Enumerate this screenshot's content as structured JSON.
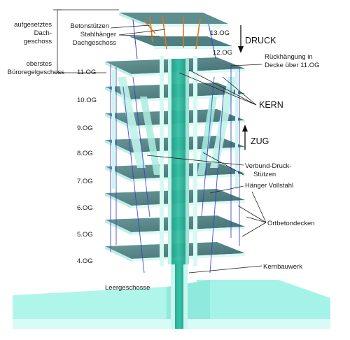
{
  "left_labels": {
    "roof_block": [
      "aufgesetztes",
      "Dach-",
      "geschoss"
    ],
    "top_office": [
      "oberstes",
      "Büroregelgeschoss"
    ],
    "empty_floor": "Leergeschosse"
  },
  "top_labels": {
    "concrete_props": "Betonstützen",
    "steel_hangers": [
      "Stahlhänger",
      "Dachgeschoss"
    ]
  },
  "floors": [
    "13.OG",
    "12.OG",
    "11.OG",
    "10.OG",
    "9.OG",
    "8.OG",
    "7.OG",
    "6.OG",
    "5.OG",
    "4.OG"
  ],
  "right_labels": {
    "compression": "DRUCK",
    "tension": "ZUG",
    "tieback": [
      "Rückhängung in",
      "Decke über 11.OG"
    ],
    "core": "KERN",
    "composite_columns": [
      "Verbund-Druck-",
      "Stützen"
    ],
    "solid_steel_hangers": "Hänger Vollstahl",
    "cast_slabs": "Ortbetondecken",
    "core_structure": "Kernbauwerk"
  },
  "colors": {
    "slab_top": "#4f7f80",
    "slab_edge": "#c9f3ef",
    "core": "#2fb39a",
    "ground": "#9ef2e6",
    "hanger_blue": "#3a3fd0",
    "hanger_orange": "#e0761c",
    "column": "#b8f0e4"
  }
}
